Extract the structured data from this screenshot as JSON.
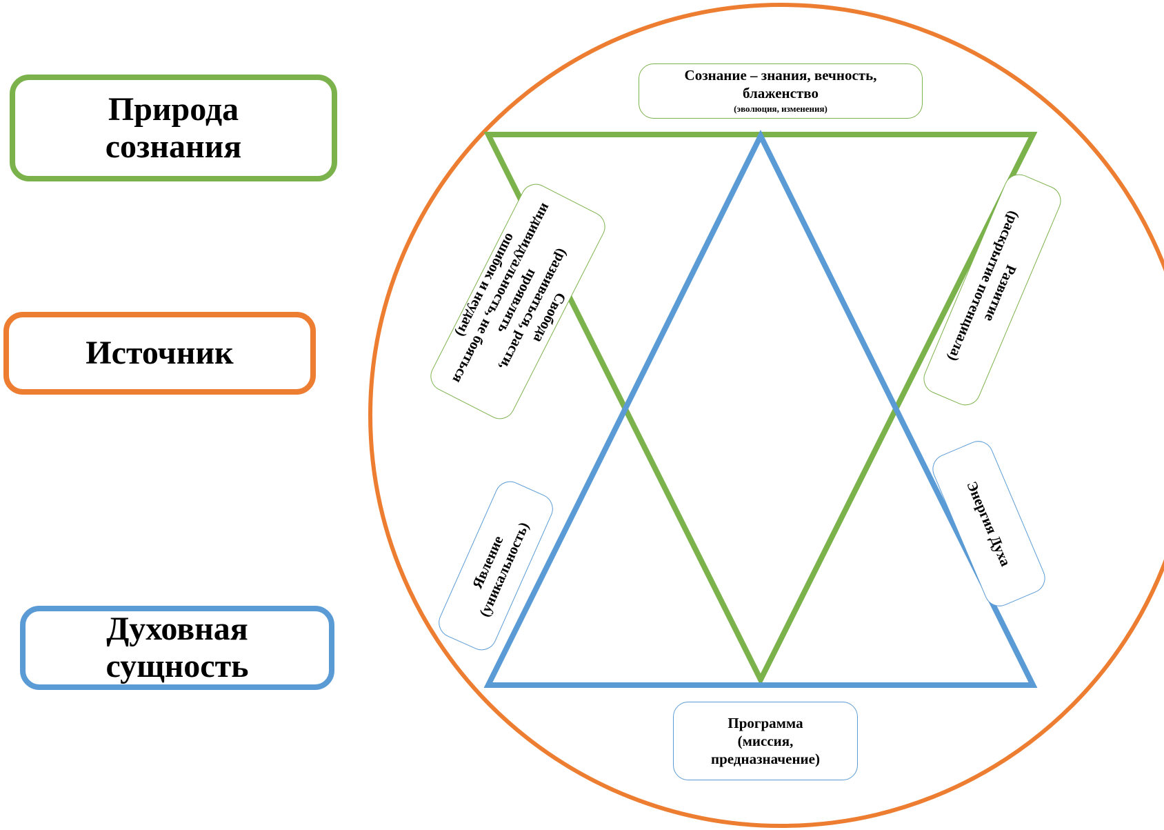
{
  "legend": {
    "nature": {
      "lines": [
        "Природа",
        "сознания"
      ],
      "color": "#7cb24c"
    },
    "source": {
      "lines": [
        "Источник"
      ],
      "color": "#ed7d31"
    },
    "spirit": {
      "lines": [
        "Духовная",
        "сущность"
      ],
      "color": "#5b9bd5"
    }
  },
  "labels": {
    "top": {
      "lines": [
        "Сознание – знания, вечность,",
        "блаженство"
      ],
      "note": "(эволюция, изменения)"
    },
    "upper_left": {
      "lines": [
        "Свобода",
        "(развиваться, расти,",
        "проявлять",
        "индивидуальность, не бояться",
        "ошибок и неудач)"
      ]
    },
    "upper_right": {
      "lines": [
        "Развитие",
        "(раскрытие потенциала)"
      ]
    },
    "lower_left": {
      "lines": [
        "Явление",
        "(уникальность)"
      ]
    },
    "lower_right": {
      "lines": [
        "Энергия Духа"
      ]
    },
    "bottom": {
      "lines": [
        "Программа",
        "(миссия,",
        "предназначение)"
      ]
    }
  },
  "colors": {
    "circle": "#ed7d31",
    "green_triangle": "#7cb24c",
    "blue_triangle": "#5b9bd5"
  }
}
